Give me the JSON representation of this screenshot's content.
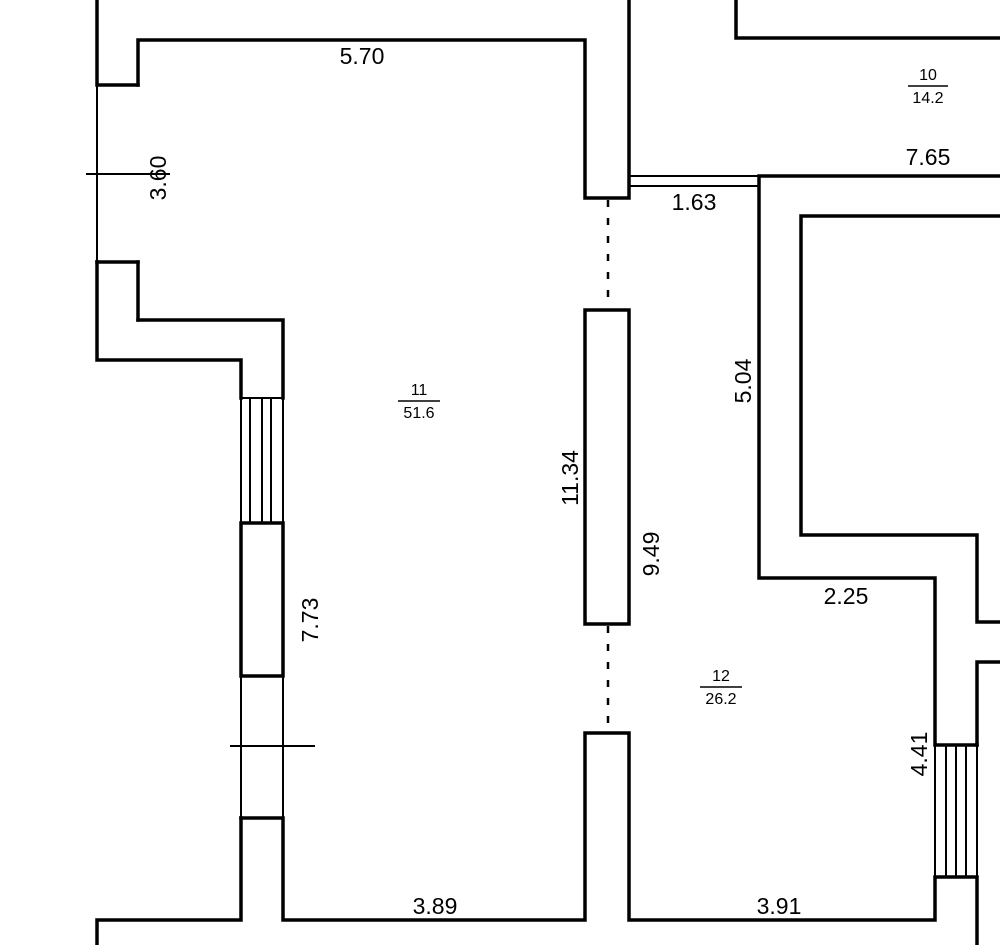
{
  "plan": {
    "dimensions": {
      "d_5_70": "5.70",
      "d_3_60": "3.60",
      "d_1_63": "1.63",
      "d_7_65": "7.65",
      "d_5_04": "5.04",
      "d_11_34": "11.34",
      "d_9_49": "9.49",
      "d_7_73": "7.73",
      "d_2_25": "2.25",
      "d_4_41": "4.41",
      "d_3_89": "3.89",
      "d_3_91": "3.91"
    },
    "rooms": [
      {
        "number": "10",
        "area": "14.2"
      },
      {
        "number": "11",
        "area": "51.6"
      },
      {
        "number": "12",
        "area": "26.2"
      }
    ]
  }
}
